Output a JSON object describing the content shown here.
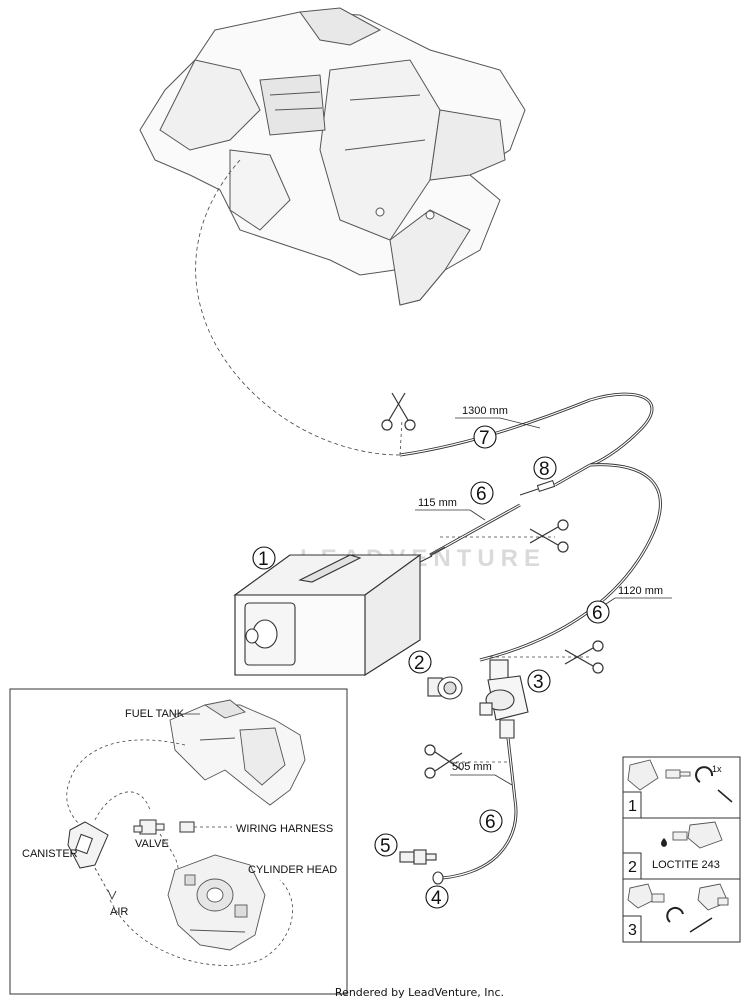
{
  "diagram": {
    "parts": [
      {
        "num": "1"
      },
      {
        "num": "2"
      },
      {
        "num": "3"
      },
      {
        "num": "4"
      },
      {
        "num": "5"
      },
      {
        "num": "6"
      },
      {
        "num": "7"
      },
      {
        "num": "8"
      }
    ],
    "hose_lengths": {
      "hose_7": "1300 mm",
      "hose_6_short": "115 mm",
      "hose_6_long": "1120 mm",
      "hose_6_lower": "505 mm"
    },
    "inset": {
      "fuel_tank": "FUEL TANK",
      "canister": "CANISTER",
      "valve": "VALVE",
      "wiring_harness": "WIRING HARNESS",
      "cylinder_head": "CYLINDER HEAD",
      "air": "AIR"
    },
    "legend": {
      "rows": [
        {
          "num": "1",
          "note": "1x"
        },
        {
          "num": "2",
          "note": "LOCTITE 243"
        },
        {
          "num": "3",
          "note": ""
        }
      ]
    }
  },
  "watermark": "LEADVENTURE",
  "footer": "Rendered by LeadVenture, Inc."
}
